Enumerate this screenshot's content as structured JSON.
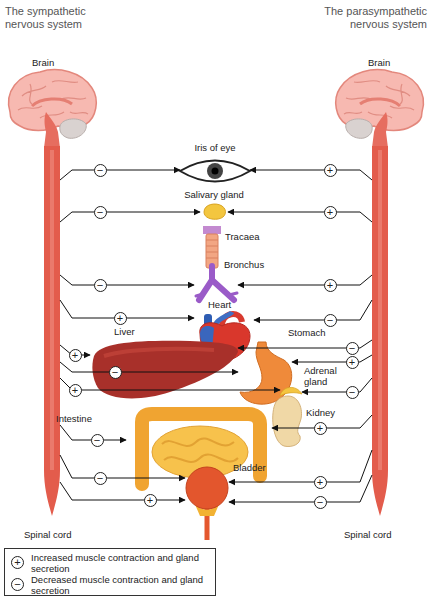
{
  "diagram": {
    "nodes": [
      {
        "text": [
          "The sympathetic nervous system",
          "Brain",
          "Spinal cord"
        ]
      },
      {
        "text": [
          "The parasympathetic nervous system",
          "Brain",
          "Spinal cord"
        ]
      },
      {
        "text": [
          "Iris of eye"
        ]
      },
      {
        "text": [
          "Salivary gland"
        ]
      },
      {
        "text": [
          "Tracaea"
        ]
      },
      {
        "text": [
          "Bronchus"
        ]
      },
      {
        "text": [
          "Heart"
        ]
      },
      {
        "text": [
          "Liver"
        ]
      },
      {
        "text": [
          "Stomach"
        ]
      },
      {
        "text": [
          "Adrenal gland"
        ]
      },
      {
        "text": [
          "Kidney"
        ]
      },
      {
        "text": [
          "Intestine"
        ]
      },
      {
        "text": [
          "Bladder"
        ]
      }
    ],
    "edges": [
      {
        "from": 0,
        "to": 2,
        "arrow": "to",
        "label": "−"
      },
      {
        "from": 0,
        "to": 3,
        "arrow": "to",
        "label": "−"
      },
      {
        "from": 0,
        "to": 5,
        "arrow": "to",
        "label": "−"
      },
      {
        "from": 0,
        "to": 6,
        "arrow": "to",
        "label": "+"
      },
      {
        "from": 0,
        "to": 7,
        "arrow": "to",
        "label": "+"
      },
      {
        "from": 0,
        "to": 8,
        "arrow": "to",
        "label": "−"
      },
      {
        "from": 0,
        "to": 9,
        "arrow": "to",
        "label": "+"
      },
      {
        "from": 0,
        "to": 11,
        "arrow": "to",
        "label": "−"
      },
      {
        "from": 0,
        "to": 12,
        "arrow": "to",
        "label": "−"
      },
      {
        "from": 0,
        "to": 12,
        "arrow": "to",
        "label": "+"
      },
      {
        "from": 1,
        "to": 2,
        "arrow": "to",
        "label": "+"
      },
      {
        "from": 1,
        "to": 3,
        "arrow": "to",
        "label": "+"
      },
      {
        "from": 1,
        "to": 5,
        "arrow": "to",
        "label": "+"
      },
      {
        "from": 1,
        "to": 6,
        "arrow": "to",
        "label": "−"
      },
      {
        "from": 1,
        "to": 7,
        "arrow": "to",
        "label": "−"
      },
      {
        "from": 1,
        "to": 8,
        "arrow": "to",
        "label": "+"
      },
      {
        "from": 1,
        "to": 9,
        "arrow": "to",
        "label": "−"
      },
      {
        "from": 1,
        "to": 11,
        "arrow": "to",
        "label": "+"
      },
      {
        "from": 1,
        "to": 12,
        "arrow": "to",
        "label": "+"
      },
      {
        "from": 1,
        "to": 12,
        "arrow": "to",
        "label": "−"
      }
    ],
    "labels": [
      "+",
      "−"
    ],
    "legend": [
      {
        "text": "Increased muscle contraction and gland secretion"
      },
      {
        "text": "Decreased muscle contraction and gland secretion"
      }
    ]
  }
}
